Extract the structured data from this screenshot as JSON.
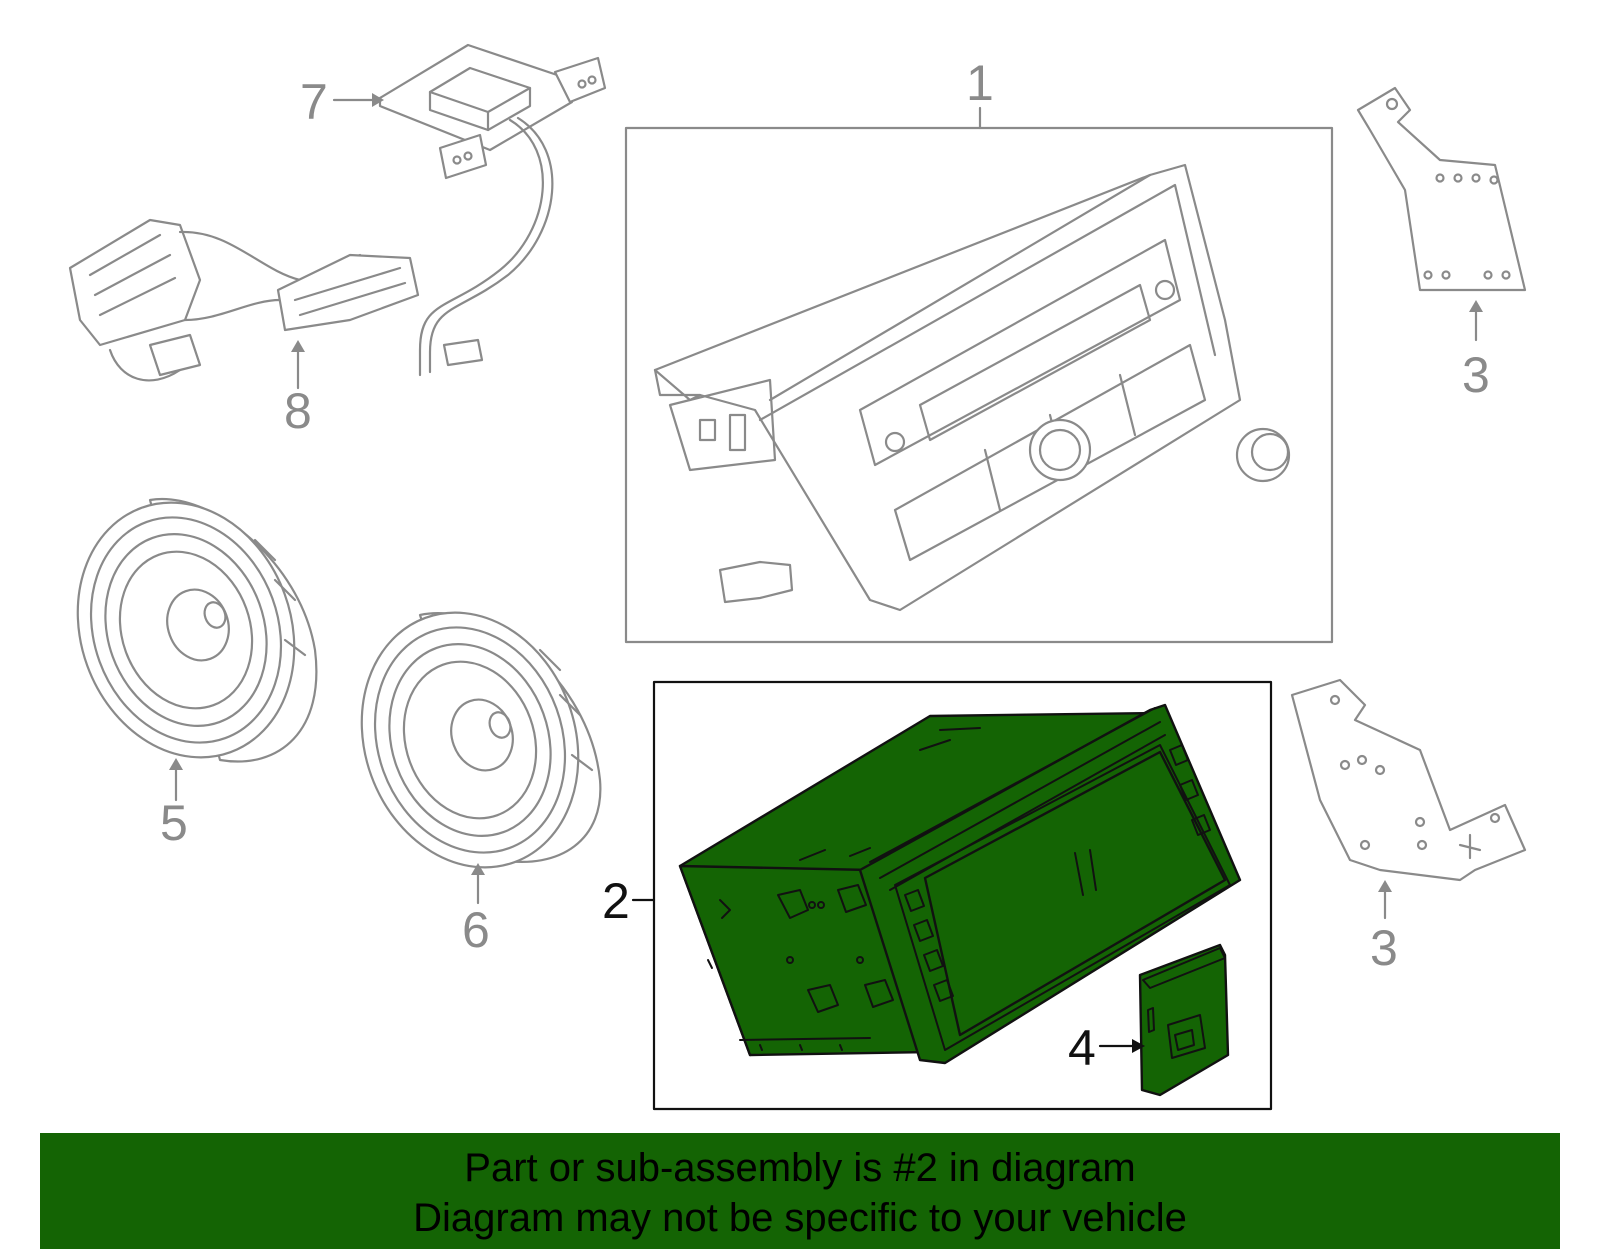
{
  "callouts": {
    "c1": "1",
    "c2": "2",
    "c3a": "3",
    "c3b": "3",
    "c4": "4",
    "c5": "5",
    "c6": "6",
    "c7": "7",
    "c8": "8"
  },
  "banner": {
    "line1": "Part or sub-assembly is #2 in diagram",
    "line2": "Diagram may not be specific to your vehicle"
  },
  "colors": {
    "highlight": "#146404",
    "line_art": "#8a8a8a",
    "ink": "#111111"
  }
}
